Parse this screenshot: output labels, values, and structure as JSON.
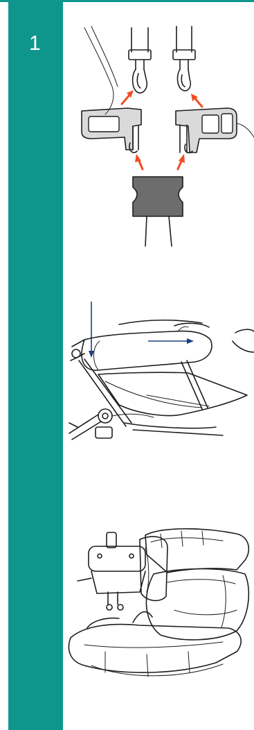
{
  "step": {
    "number": "1"
  },
  "colors": {
    "band": "#0f968c",
    "arrow_red": "#f04e23",
    "arrow_blue": "#1a3e82",
    "text": "#ffffff"
  },
  "figures": [
    {
      "name": "harness-buckle-assembly"
    },
    {
      "name": "stroller-frame-arm-bar"
    },
    {
      "name": "stroller-seat-unit"
    }
  ]
}
